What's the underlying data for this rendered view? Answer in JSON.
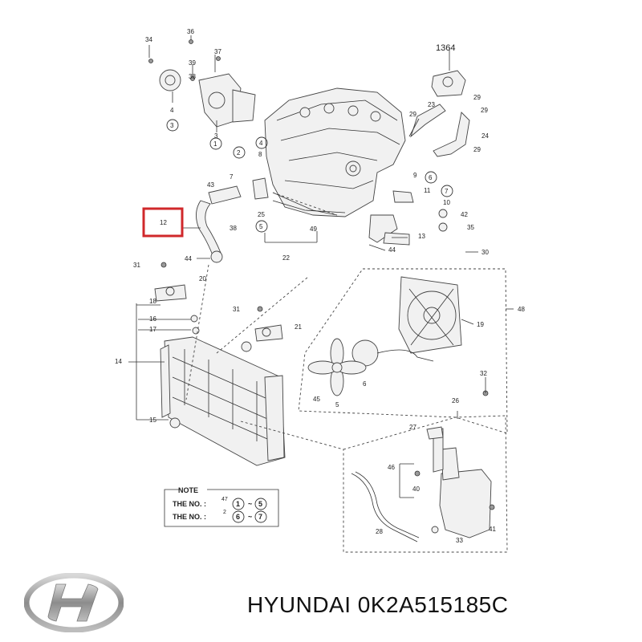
{
  "diagram": {
    "labels": {
      "l34": "34",
      "l36": "36",
      "l37": "37",
      "l38": "38",
      "l39": "39",
      "l4": "4",
      "l3": "3",
      "l1": "1",
      "l2": "2",
      "l5": "5",
      "l1364": "1364",
      "l23": "23",
      "l29a": "29",
      "l29b": "29",
      "l29c": "29",
      "l29d": "29",
      "l24": "24",
      "l8": "8",
      "l7a": "7",
      "l43": "43",
      "l9": "9",
      "l11": "11",
      "l10": "10",
      "l6": "6",
      "l7b": "7",
      "l25": "25",
      "l42": "42",
      "l35": "35",
      "l13": "13",
      "l44a": "44",
      "l12": "12",
      "l38b": "38",
      "l49": "49",
      "l22": "22",
      "l44b": "44",
      "l30": "30",
      "l31a": "31",
      "l20": "20",
      "l48": "48",
      "l18": "18",
      "l31b": "31",
      "l16": "16",
      "l17": "17",
      "l21": "21",
      "l19": "19",
      "l14": "14",
      "l32": "32",
      "l45": "45",
      "l6b": "6",
      "l5b": "5",
      "l26": "26",
      "l15": "15",
      "l27": "27",
      "l46": "46",
      "l40": "40",
      "l28": "28",
      "l41": "41",
      "l33": "33"
    },
    "note": {
      "title": "NOTE",
      "row1_label": "THE NO. :",
      "row1_from": "1",
      "row1_to": "5",
      "row1_small": "47",
      "row2_label": "THE NO. :",
      "row2_from": "6",
      "row2_to": "7",
      "row2_small": "2",
      "tilde": "~"
    },
    "highlight_color": "#d0282b"
  },
  "footer": {
    "brand_part": "HYUNDAI 0K2A515185C"
  },
  "colors": {
    "logo": "#8c8c8c",
    "lines": "#333333"
  }
}
